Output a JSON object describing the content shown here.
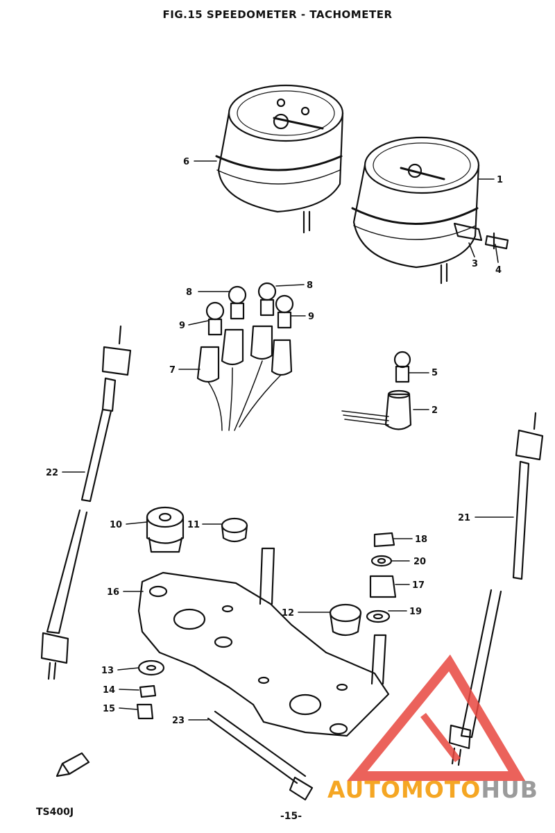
{
  "header": {
    "title": "FIG.15 SPEEDOMETER - TACHOMETER"
  },
  "footer": {
    "model": "TS400J",
    "page": "-15-"
  },
  "watermark": {
    "part1": "AUTOMOTO",
    "part2": "HUB",
    "accent_color": "#f5a623",
    "secondary_color": "#9b9b9b",
    "logo_color": "#e8473f"
  },
  "callouts": [
    {
      "id": "c1",
      "text": "1"
    },
    {
      "id": "c2",
      "text": "2"
    },
    {
      "id": "c3",
      "text": "3"
    },
    {
      "id": "c4",
      "text": "4"
    },
    {
      "id": "c5",
      "text": "5"
    },
    {
      "id": "c6",
      "text": "6"
    },
    {
      "id": "c7",
      "text": "7"
    },
    {
      "id": "c8a",
      "text": "8"
    },
    {
      "id": "c8b",
      "text": "8"
    },
    {
      "id": "c9a",
      "text": "9"
    },
    {
      "id": "c9b",
      "text": "9"
    },
    {
      "id": "c10",
      "text": "10"
    },
    {
      "id": "c11",
      "text": "11"
    },
    {
      "id": "c12",
      "text": "12"
    },
    {
      "id": "c13",
      "text": "13"
    },
    {
      "id": "c14",
      "text": "14"
    },
    {
      "id": "c15",
      "text": "15"
    },
    {
      "id": "c16",
      "text": "16"
    },
    {
      "id": "c17",
      "text": "17"
    },
    {
      "id": "c18",
      "text": "18"
    },
    {
      "id": "c19",
      "text": "19"
    },
    {
      "id": "c20",
      "text": "20"
    },
    {
      "id": "c21",
      "text": "21"
    },
    {
      "id": "c22",
      "text": "22"
    },
    {
      "id": "c23",
      "text": "23"
    }
  ]
}
